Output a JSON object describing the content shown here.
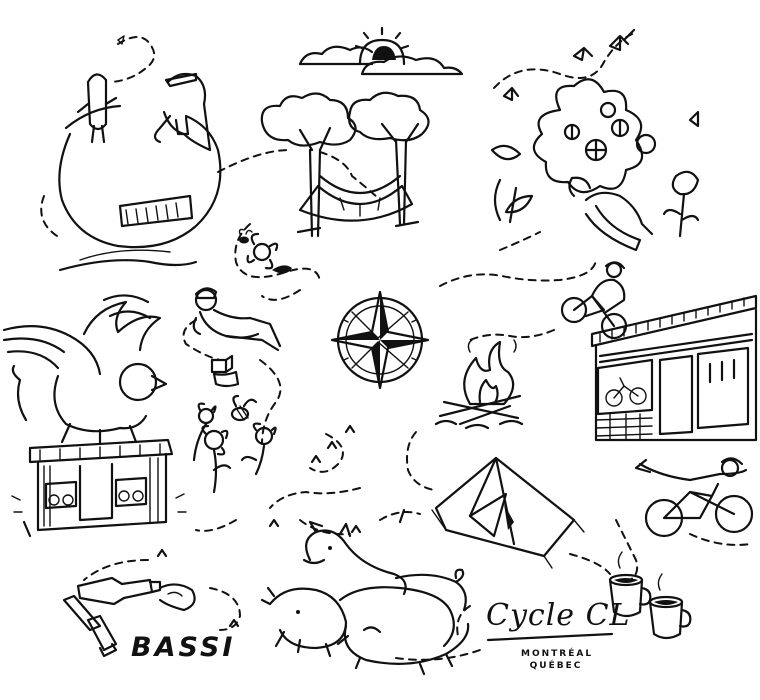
{
  "brand": {
    "bassi": "BASSI",
    "cycle": "Cycle CL",
    "city": "MONTRÉAL",
    "province": "QUÉBEC"
  },
  "colors": {
    "ink": "#111111",
    "paper": "#ffffff"
  },
  "icons": [
    "sun-icon",
    "globe-icon",
    "tree-icon",
    "flower-bouquet-icon",
    "flower-icon",
    "bee-icon",
    "compass-rose-icon",
    "griffin-icon",
    "campfire-icon",
    "tent-icon",
    "bicycle-icon",
    "pig-icon",
    "coffee-cup-icon",
    "bottle-icon",
    "butterfly-icon",
    "storefront-icon"
  ]
}
